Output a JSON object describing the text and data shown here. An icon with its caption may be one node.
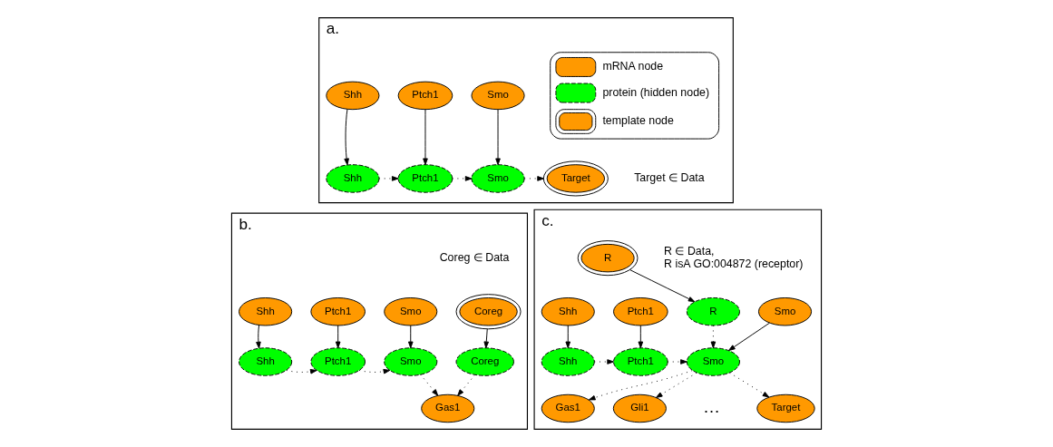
{
  "diagram": {
    "nodes": [
      {
        "text": [
          "a."
        ]
      },
      {
        "text": [
          "Shh"
        ],
        "in": 0
      },
      {
        "text": [
          "Ptch1"
        ],
        "in": 0
      },
      {
        "text": [
          "Smo"
        ],
        "in": 0
      },
      {
        "text": [
          "Shh"
        ],
        "in": 0
      },
      {
        "text": [
          "Ptch1"
        ],
        "in": 0
      },
      {
        "text": [
          "Smo"
        ],
        "in": 0
      },
      {
        "text": [
          "Target"
        ],
        "in": 0,
        "beside": [
          "Target ∈ Data"
        ]
      },
      {
        "text": [
          "b."
        ]
      },
      {
        "text": [
          "Shh"
        ],
        "in": 8
      },
      {
        "text": [
          "Ptch1"
        ],
        "in": 8
      },
      {
        "text": [
          "Smo"
        ],
        "in": 8
      },
      {
        "text": [
          "Coreg"
        ],
        "in": 8,
        "beside": [
          "Coreg ∈ Data"
        ]
      },
      {
        "text": [
          "Shh"
        ],
        "in": 8
      },
      {
        "text": [
          "Ptch1"
        ],
        "in": 8
      },
      {
        "text": [
          "Smo"
        ],
        "in": 8
      },
      {
        "text": [
          "Coreg"
        ],
        "in": 8
      },
      {
        "text": [
          "Gas1"
        ],
        "in": 8
      },
      {
        "text": [
          "c."
        ]
      },
      {
        "text": [
          "R"
        ],
        "in": 18,
        "beside": [
          "R ∈ Data,",
          "R isA GO:004872 (receptor)"
        ]
      },
      {
        "text": [
          "R"
        ],
        "in": 18
      },
      {
        "text": [
          "Shh"
        ],
        "in": 18
      },
      {
        "text": [
          "Ptch1"
        ],
        "in": 18
      },
      {
        "text": [
          "Smo"
        ],
        "in": 18
      },
      {
        "text": [
          "Shh"
        ],
        "in": 18
      },
      {
        "text": [
          "Ptch1"
        ],
        "in": 18
      },
      {
        "text": [
          "Smo"
        ],
        "in": 18
      },
      {
        "text": [
          "Gas1"
        ],
        "in": 18
      },
      {
        "text": [
          "Gli1"
        ],
        "in": 18
      },
      {
        "text": [
          "Target"
        ],
        "in": 18
      }
    ],
    "edges": [
      {
        "from": 1,
        "to": 4,
        "arrow": "to"
      },
      {
        "from": 2,
        "to": 5,
        "arrow": "to"
      },
      {
        "from": 3,
        "to": 6,
        "arrow": "to"
      },
      {
        "from": 4,
        "to": 5,
        "arrow": "to",
        "style": "dashed"
      },
      {
        "from": 5,
        "to": 6,
        "arrow": "to",
        "style": "dashed"
      },
      {
        "from": 6,
        "to": 7,
        "arrow": "to",
        "style": "dashed"
      },
      {
        "from": 9,
        "to": 13,
        "arrow": "to"
      },
      {
        "from": 10,
        "to": 14,
        "arrow": "to"
      },
      {
        "from": 11,
        "to": 15,
        "arrow": "to"
      },
      {
        "from": 12,
        "to": 16,
        "arrow": "to"
      },
      {
        "from": 13,
        "to": 14,
        "arrow": "to",
        "style": "dashed"
      },
      {
        "from": 14,
        "to": 15,
        "arrow": "to",
        "style": "dashed"
      },
      {
        "from": 15,
        "to": 17,
        "arrow": "to",
        "style": "dashed"
      },
      {
        "from": 16,
        "to": 17,
        "arrow": "to",
        "style": "dashed"
      },
      {
        "from": 19,
        "to": 20,
        "arrow": "to"
      },
      {
        "from": 21,
        "to": 24,
        "arrow": "to"
      },
      {
        "from": 22,
        "to": 25,
        "arrow": "to"
      },
      {
        "from": 23,
        "to": 26,
        "arrow": "to"
      },
      {
        "from": 24,
        "to": 25,
        "arrow": "to",
        "style": "dashed"
      },
      {
        "from": 25,
        "to": 26,
        "arrow": "to",
        "style": "dashed"
      },
      {
        "from": 20,
        "to": 26,
        "arrow": "to",
        "style": "dashed"
      },
      {
        "from": 26,
        "to": 27,
        "arrow": "to",
        "style": "dashed"
      },
      {
        "from": 26,
        "to": 28,
        "arrow": "to",
        "style": "dashed"
      },
      {
        "from": 26,
        "to": 29,
        "arrow": "to",
        "style": "dashed"
      }
    ],
    "labels": [
      "…"
    ],
    "legend": [
      {
        "text": "mRNA node"
      },
      {
        "text": "protein (hidden node)"
      },
      {
        "text": "template node"
      }
    ]
  }
}
